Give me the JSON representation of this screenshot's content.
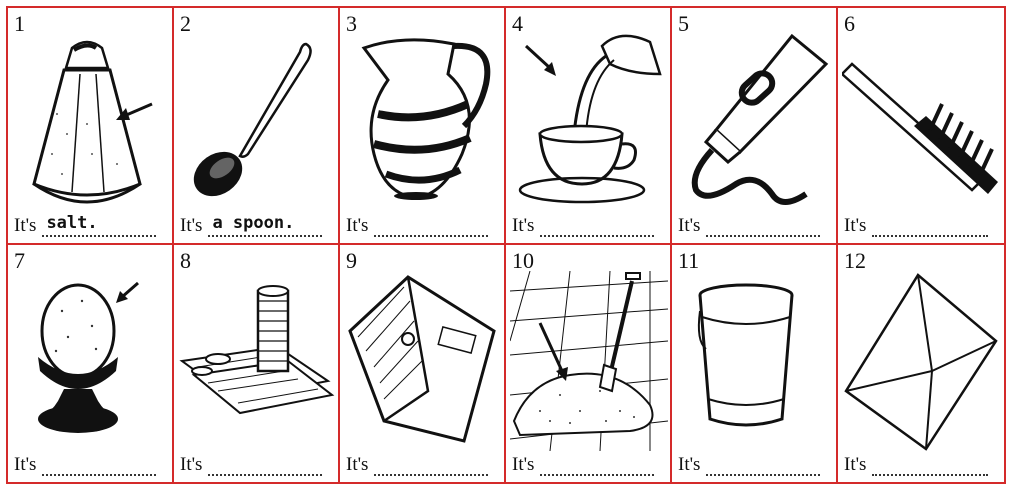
{
  "cells": [
    {
      "number": "1",
      "prefix": "It's",
      "answer": "salt.",
      "icon": "salt-shaker"
    },
    {
      "number": "2",
      "prefix": "It's",
      "answer": "a spoon.",
      "icon": "spoon"
    },
    {
      "number": "3",
      "prefix": "It's",
      "answer": "",
      "icon": "jug"
    },
    {
      "number": "4",
      "prefix": "It's",
      "answer": "",
      "icon": "milk-pouring-into-cup"
    },
    {
      "number": "5",
      "prefix": "It's",
      "answer": "",
      "icon": "toothpaste-tube"
    },
    {
      "number": "6",
      "prefix": "It's",
      "answer": "",
      "icon": "toothbrush"
    },
    {
      "number": "7",
      "prefix": "It's",
      "answer": "",
      "icon": "egg-in-cup"
    },
    {
      "number": "8",
      "prefix": "It's",
      "answer": "",
      "icon": "money"
    },
    {
      "number": "9",
      "prefix": "It's",
      "answer": "",
      "icon": "wallet"
    },
    {
      "number": "10",
      "prefix": "It's",
      "answer": "",
      "icon": "sand-with-spade"
    },
    {
      "number": "11",
      "prefix": "It's",
      "answer": "",
      "icon": "bucket"
    },
    {
      "number": "12",
      "prefix": "It's",
      "answer": "",
      "icon": "envelope"
    }
  ],
  "colors": {
    "border": "#d42a2a",
    "ink": "#111111"
  }
}
